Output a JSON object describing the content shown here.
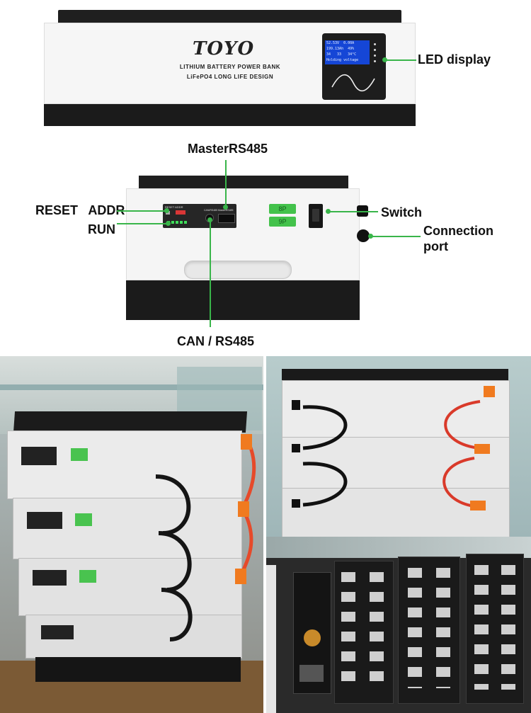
{
  "top_unit": {
    "brand": "TOYO",
    "line1": "LITHIUM BATTERY POWER BANK",
    "line2": "LiFePO4 LONG LIFE DESIGN",
    "lcd_row1": "52.53V  0.00A",
    "lcd_row2": "199.13Ah  49%",
    "lcd_row3": "34   33   34°C",
    "lcd_row4": "Holding voltage"
  },
  "front_panel": {
    "reset_addr_text": "RESET ADDR",
    "port_text": "CAN/RS485  MasterRS485",
    "dip_top": "8P",
    "dip_bottom": "9P"
  },
  "callouts": {
    "led_display": "LED display",
    "master_rs485": "MasterRS485",
    "reset_addr": "RESET   ADDR",
    "run": "RUN",
    "switch": "Switch",
    "connection_port": "Connection\nport",
    "can_rs485": "CAN / RS485"
  },
  "colors": {
    "accent_green": "#39b54a",
    "battery_black": "#1b1b1b",
    "panel_white": "#f4f4f4",
    "lcd_blue": "#1546d6",
    "cable_orange": "#f07a1f"
  }
}
